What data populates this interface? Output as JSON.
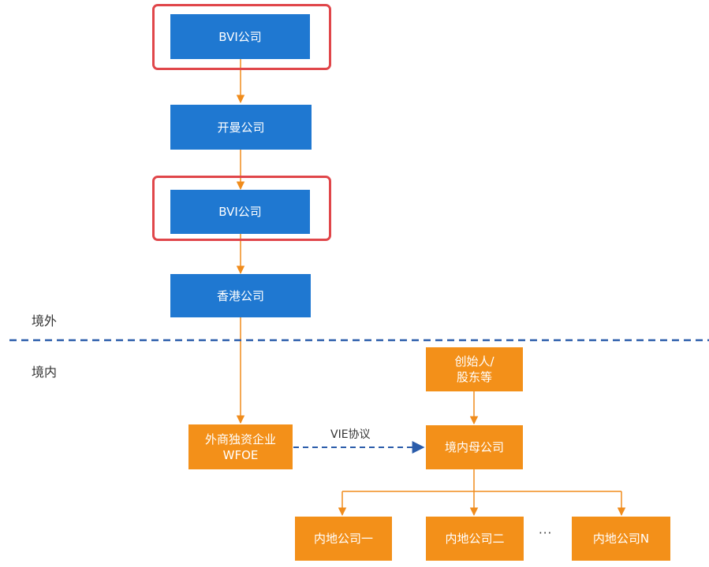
{
  "colors": {
    "offshore_box": "#1f78d1",
    "onshore_box": "#f39019",
    "arrow": "#f08c1c",
    "divider": "#2a5caa",
    "highlight": "#e0464a",
    "vie_arrow": "#2a5caa"
  },
  "regions": {
    "offshore": "境外",
    "onshore": "境内"
  },
  "nodes": {
    "bvi_top": {
      "label": "BVI公司",
      "highlighted": true
    },
    "cayman": {
      "label": "开曼公司"
    },
    "bvi_mid": {
      "label": "BVI公司",
      "highlighted": true
    },
    "hk": {
      "label": "香港公司"
    },
    "wfoe": {
      "line1": "外商独资企业",
      "line2": "WFOE"
    },
    "founders": {
      "line1": "创始人/",
      "line2": "股东等"
    },
    "domestic_parent": {
      "label": "境内母公司"
    },
    "sub_1": {
      "label": "内地公司一"
    },
    "sub_2": {
      "label": "内地公司二"
    },
    "sub_n": {
      "label": "内地公司N"
    }
  },
  "edges": {
    "vie_label": "VIE协议",
    "more_subsidiaries": "···"
  }
}
